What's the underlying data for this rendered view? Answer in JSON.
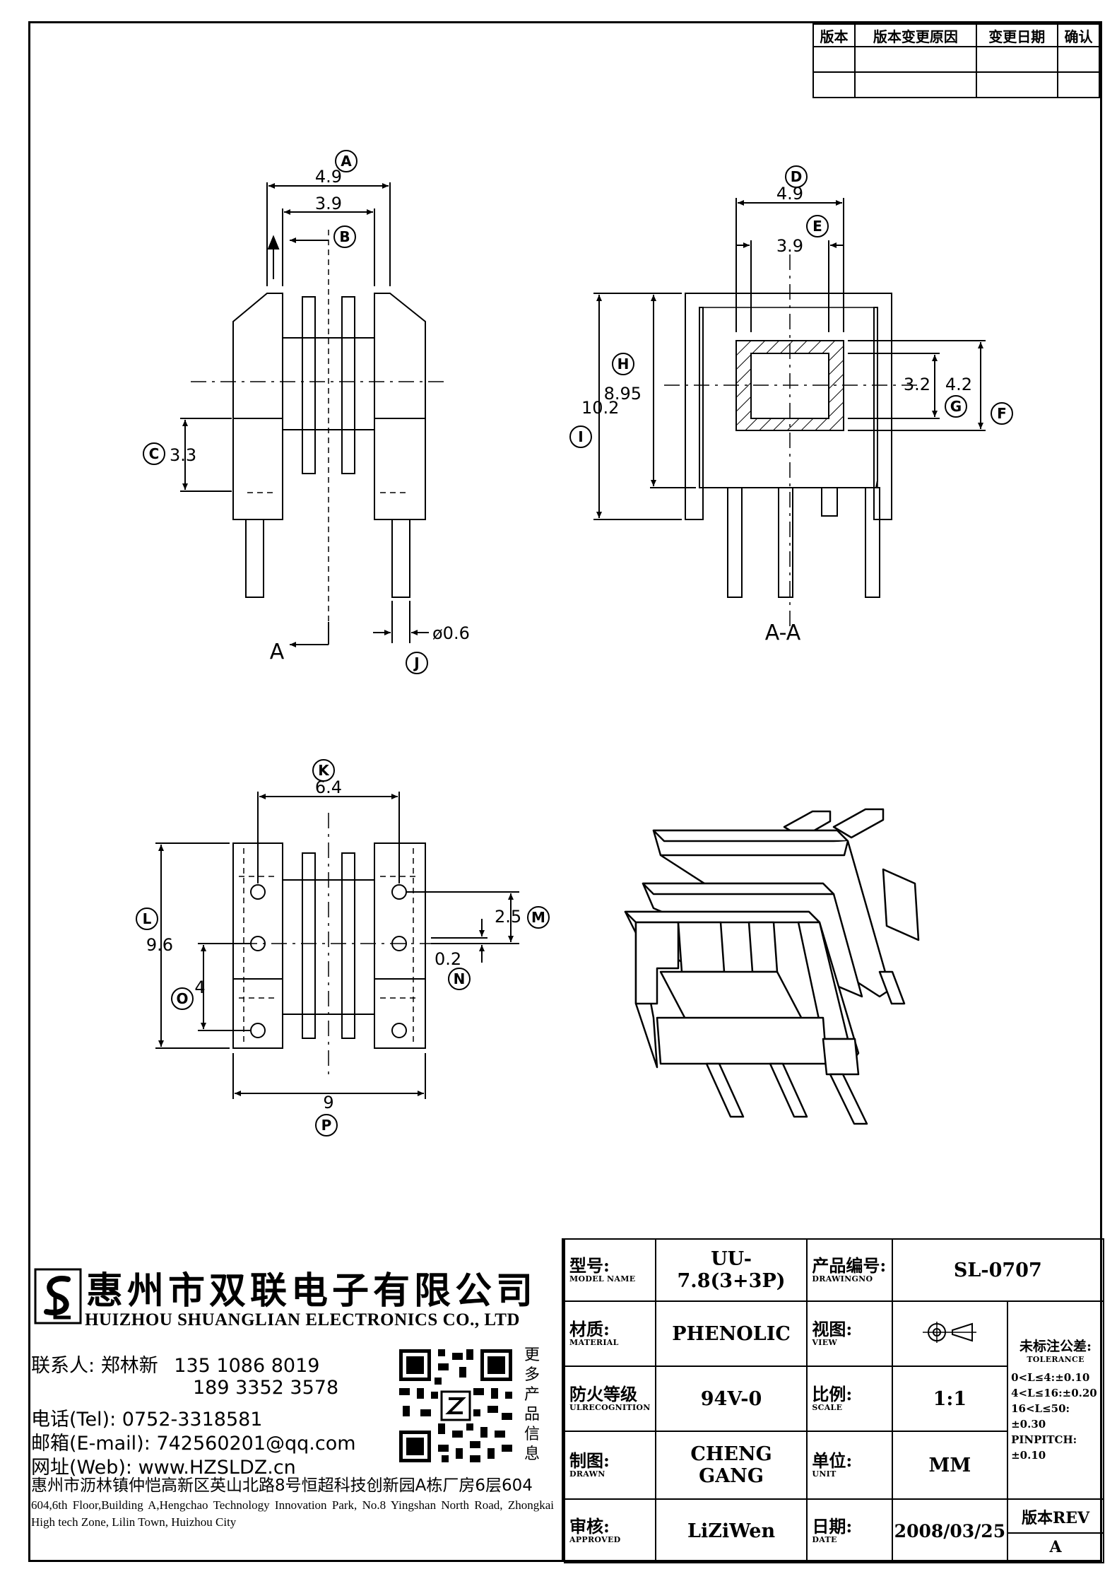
{
  "revision_table": {
    "headers": [
      "版本",
      "版本变更原因",
      "变更日期",
      "确认"
    ],
    "rows": [
      [
        "",
        "",
        "",
        ""
      ],
      [
        "",
        "",
        "",
        ""
      ]
    ]
  },
  "dimensions": {
    "top_left_view": {
      "A": "4.9",
      "B": "3.9",
      "C": "3.3",
      "J": "ø0.6",
      "labels": {
        "A": "A",
        "B": "B",
        "C": "C",
        "J": "J"
      },
      "section_mark": "A"
    },
    "section_view": {
      "D": "4.9",
      "E": "3.9",
      "F": "4.2",
      "G": "3.2",
      "H": "8.95",
      "I": "10.2",
      "labels": {
        "D": "D",
        "E": "E",
        "F": "F",
        "G": "G",
        "H": "H",
        "I": "I"
      },
      "caption": "A-A"
    },
    "bottom_view": {
      "K": "6.4",
      "L": "9.6",
      "M": "2.5",
      "N": "0.2",
      "O": "4",
      "P": "9",
      "labels": {
        "K": "K",
        "L": "L",
        "M": "M",
        "N": "N",
        "O": "O",
        "P": "P"
      }
    }
  },
  "company": {
    "name_cn": "惠州市双联电子有限公司",
    "name_en": "HUIZHOU SHUANGLIAN ELECTRONICS CO., LTD",
    "contact_label": "联系人:",
    "contact_name": "郑林新",
    "phone_1": "135 1086 8019",
    "phone_2": "189 3352 3578",
    "tel_label": "电话(Tel):",
    "tel": "0752-3318581",
    "email_label": "邮箱(E-mail):",
    "email": "742560201@qq.com",
    "web_label": "网址(Web):",
    "web": "www.HZSLDZ.cn",
    "qr_note": "更多产品信息",
    "address_cn": "惠州市沥林镇仲恺高新区英山北路8号恒超科技创新园A栋厂房6层604",
    "address_en": "604,6th Floor,Building A,Hengchao Technology Innovation Park, No.8 Yingshan North Road, Zhongkai High tech Zone, Lilin Town, Huizhou City"
  },
  "spec": {
    "model_label_cn": "型号:",
    "model_label_en": "MODEL NAME",
    "model": "UU-7.8(3+3P)",
    "drawing_label_cn": "产品编号:",
    "drawing_label_en": "DRAWINGNO",
    "drawing_no": "SL-0707",
    "material_label_cn": "材质:",
    "material_label_en": "MATERIAL",
    "material": "PHENOLIC",
    "view_label_cn": "视图:",
    "view_label_en": "VIEW",
    "tolerance_label_cn": "未标注公差:",
    "tolerance_label_en": "TOLERANCE",
    "tolerances": [
      "0<L≤4:±0.10",
      "4<L≤16:±0.20",
      "16<L≤50:±0.30",
      "PINPITCH:±0.10"
    ],
    "flame_label_cn": "防火等级",
    "flame_label_en": "ULRECOGNITION",
    "flame": "94V-0",
    "scale_label_cn": "比例:",
    "scale_label_en": "SCALE",
    "scale": "1:1",
    "drawn_label_cn": "制图:",
    "drawn_label_en": "DRAWN",
    "drawn": "CHENG GANG",
    "unit_label_cn": "单位:",
    "unit_label_en": "UNIT",
    "unit": "MM",
    "approved_label_cn": "审核:",
    "approved_label_en": "APPROVED",
    "approved": "LiZiWen",
    "date_label_cn": "日期:",
    "date_label_en": "DATE",
    "date": "2008/03/25",
    "rev_label": "版本REV",
    "rev": "A"
  }
}
